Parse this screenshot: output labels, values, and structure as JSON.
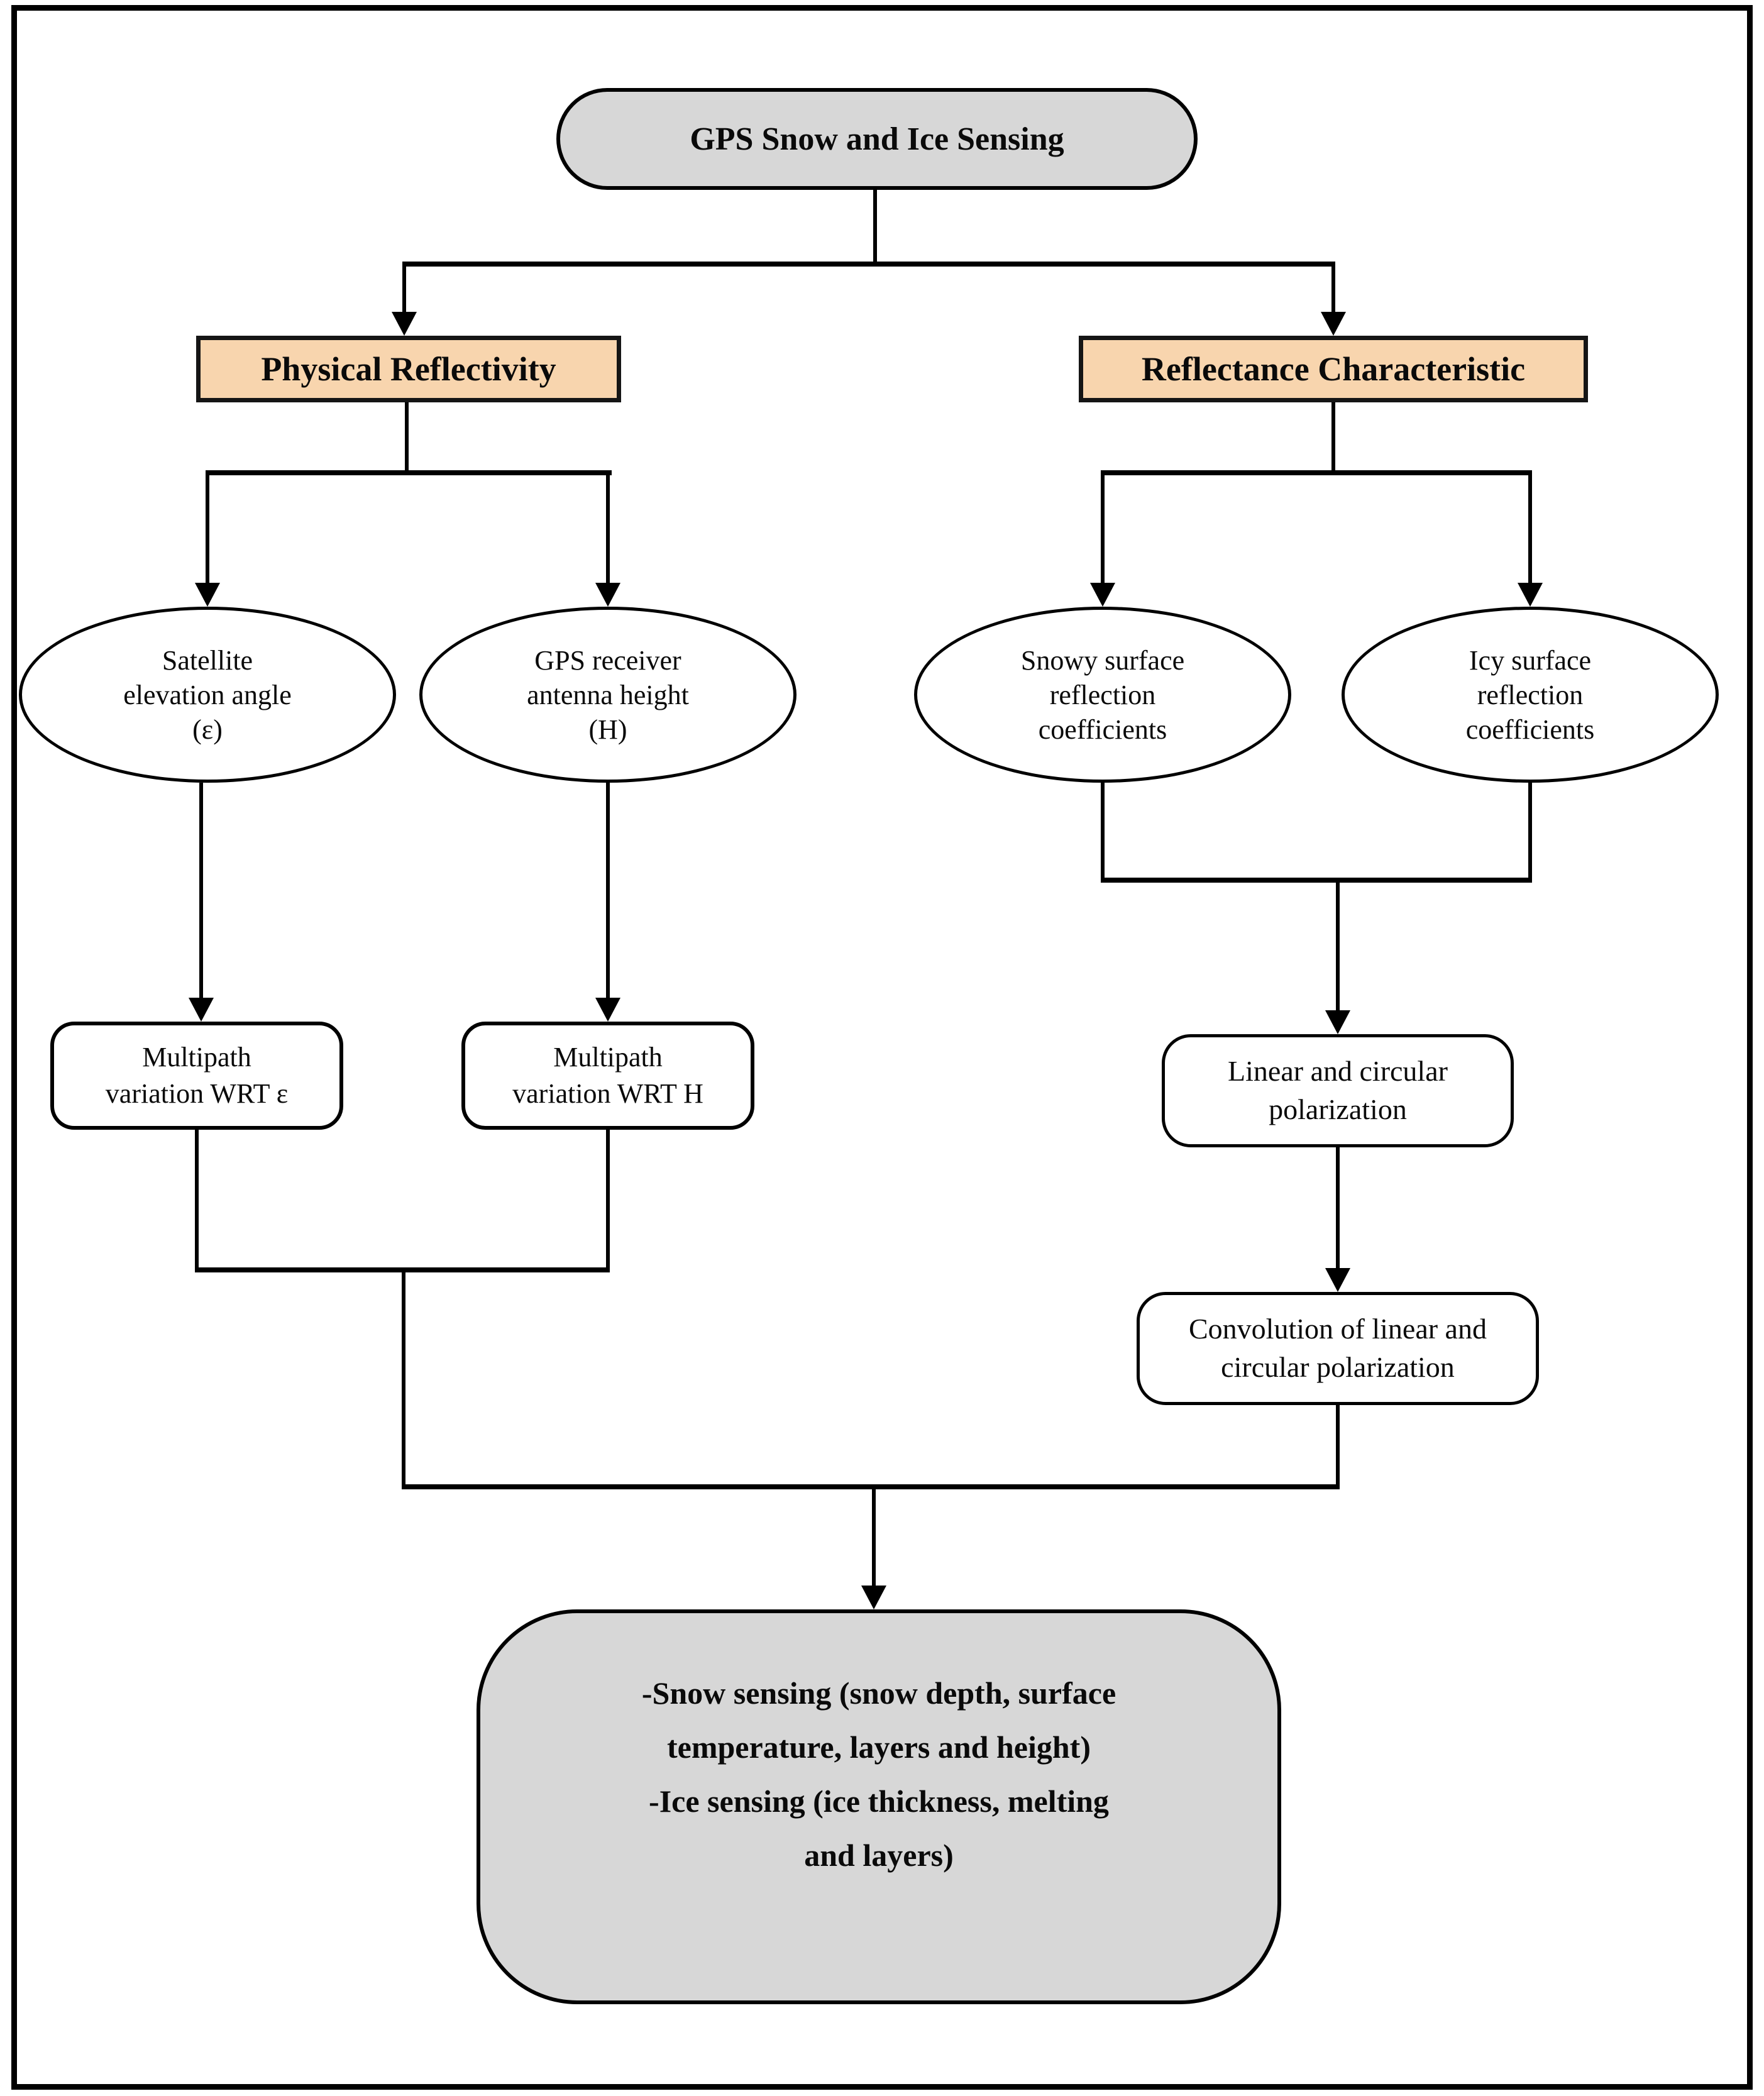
{
  "diagram": {
    "title_node": {
      "label": "GPS Snow and Ice Sensing"
    },
    "branch_left": {
      "label": "Physical Reflectivity"
    },
    "branch_right": {
      "label": "Reflectance Characteristic"
    },
    "ellipse_satellite": {
      "label": "Satellite\nelevation angle\n(ε)"
    },
    "ellipse_gps": {
      "label": "GPS receiver\nantenna height\n(H)"
    },
    "ellipse_snowy": {
      "label": "Snowy surface\nreflection\ncoefficients"
    },
    "ellipse_icy": {
      "label": "Icy surface\nreflection\ncoefficients"
    },
    "box_multipath_e": {
      "label": "Multipath\nvariation WRT ε"
    },
    "box_multipath_h": {
      "label": "Multipath\nvariation WRT H"
    },
    "box_linear": {
      "label": "Linear and circular\npolarization"
    },
    "box_convolution": {
      "label": "Convolution of linear and\ncircular polarization"
    },
    "box_output": {
      "label": "-Snow sensing (snow depth, surface\ntemperature, layers and height)\n-Ice sensing (ice thickness, melting\nand layers)"
    },
    "colors": {
      "node_gray": "#d7d7d7",
      "node_orange": "#f8d5ae",
      "line_black": "#000000",
      "node_white": "#ffffff"
    }
  }
}
